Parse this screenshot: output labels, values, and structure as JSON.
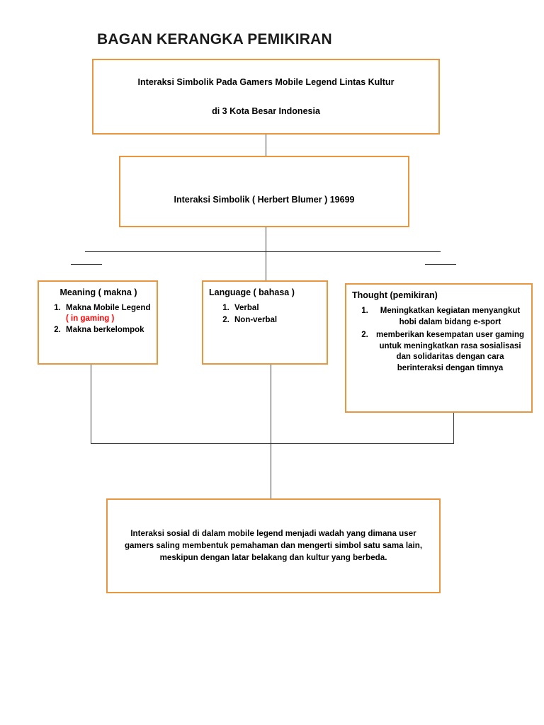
{
  "title": "BAGAN KERANGKA PEMIKIRAN",
  "colors": {
    "box_border": "#e8963f",
    "connector": "#3a3a3a",
    "text": "#000000",
    "highlight": "#ff0000",
    "background": "#ffffff"
  },
  "nodes": {
    "theme": {
      "line1": "Interaksi Simbolik Pada Gamers Mobile Legend Lintas Kultur",
      "line2": "di 3 Kota Besar Indonesia"
    },
    "theory": {
      "text": "Interaksi Simbolik ( Herbert Blumer ) 19699"
    },
    "meaning": {
      "heading": "Meaning  ( makna )",
      "items": [
        "Makna Mobile Legend",
        "Makna berkelompok"
      ],
      "item1_highlight": "( in gaming )"
    },
    "language": {
      "heading": "Language ( bahasa )",
      "items": [
        "Verbal",
        "Non-verbal"
      ]
    },
    "thought": {
      "heading": "Thought (pemikiran)",
      "items": [
        "Meningkatkan kegiatan menyangkut hobi dalam bidang e-sport",
        "memberikan kesempatan user gaming untuk meningkatkan rasa sosialisasi dan solidaritas dengan cara berinteraksi dengan timnya"
      ]
    },
    "conclusion": {
      "text": "Interaksi sosial di dalam mobile legend menjadi wadah yang dimana user gamers saling membentuk pemahaman dan mengerti simbol satu sama lain, meskipun dengan latar belakang dan kultur yang berbeda."
    }
  }
}
